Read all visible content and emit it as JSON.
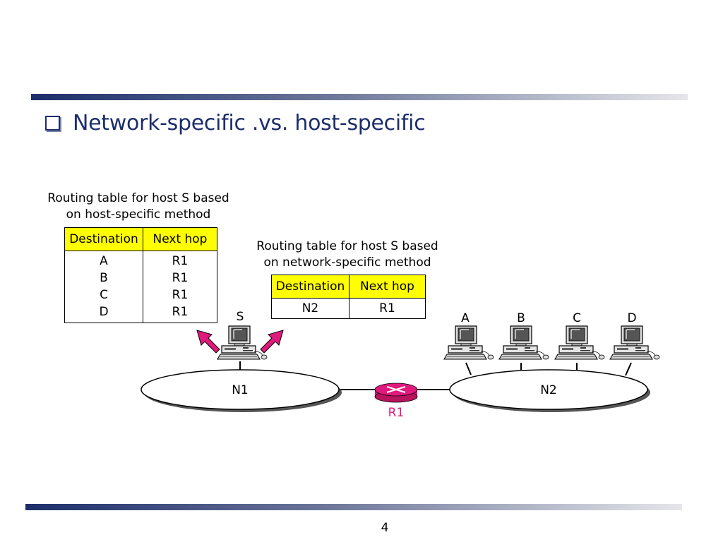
{
  "slide": {
    "title": "Network-specific .vs. host-specific",
    "page_number": "4"
  },
  "host_specific": {
    "caption_line1": "Routing table for host S based",
    "caption_line2": "on host-specific method",
    "headers": [
      "Destination",
      "Next hop"
    ],
    "rows": [
      [
        "A",
        "R1"
      ],
      [
        "B",
        "R1"
      ],
      [
        "C",
        "R1"
      ],
      [
        "D",
        "R1"
      ]
    ]
  },
  "network_specific": {
    "caption_line1": "Routing table for host S based",
    "caption_line2": "on network-specific method",
    "headers": [
      "Destination",
      "Next hop"
    ],
    "rows": [
      [
        "N2",
        "R1"
      ]
    ]
  },
  "network": {
    "host_s": "S",
    "network_1": "N1",
    "network_2": "N2",
    "router": "R1",
    "hosts_n2": [
      "A",
      "B",
      "C",
      "D"
    ]
  },
  "colors": {
    "accent_navy": "#1c2e6b",
    "table_header": "#ffff00",
    "router_magenta": "#e0197d"
  }
}
